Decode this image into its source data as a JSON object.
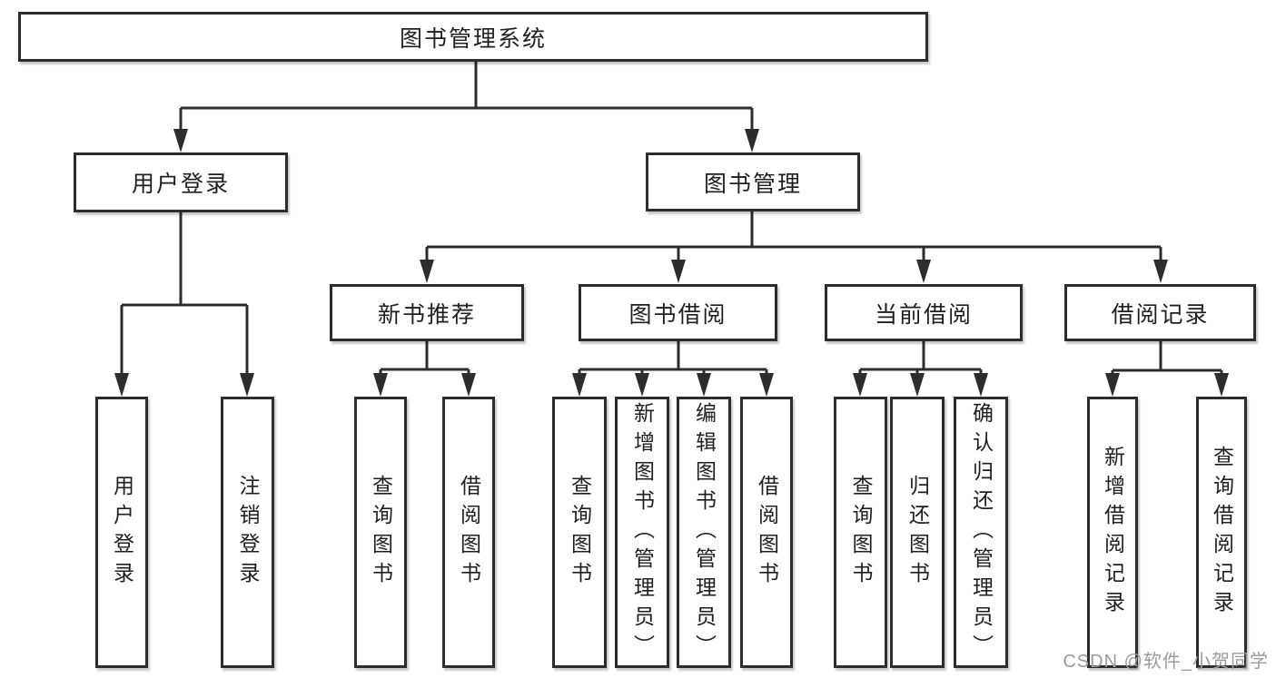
{
  "colors": {
    "line": "#2d2d2d",
    "text": "#1f1f1f",
    "box-bg": "#ffffff",
    "background": "#ffffff",
    "watermark": "#9b9b9b"
  },
  "watermark": {
    "text": "CSDN @软件_小贺同学"
  },
  "tree": {
    "label": "图书管理系统",
    "children": [
      {
        "label": "用户登录",
        "children": [
          {
            "label": "用户登录"
          },
          {
            "label": "注销登录"
          }
        ]
      },
      {
        "label": "图书管理",
        "children": [
          {
            "label": "新书推荐",
            "children": [
              {
                "label": "查询图书"
              },
              {
                "label": "借阅图书"
              }
            ]
          },
          {
            "label": "图书借阅",
            "children": [
              {
                "label": "查询图书"
              },
              {
                "label": "新增图书（管理员）"
              },
              {
                "label": "编辑图书（管理员）"
              },
              {
                "label": "借阅图书"
              }
            ]
          },
          {
            "label": "当前借阅",
            "children": [
              {
                "label": "查询图书"
              },
              {
                "label": "归还图书"
              },
              {
                "label": "确认归还（管理员）"
              }
            ]
          },
          {
            "label": "借阅记录",
            "children": [
              {
                "label": "新增借阅记录"
              },
              {
                "label": "查询借阅记录"
              }
            ]
          }
        ]
      }
    ]
  }
}
